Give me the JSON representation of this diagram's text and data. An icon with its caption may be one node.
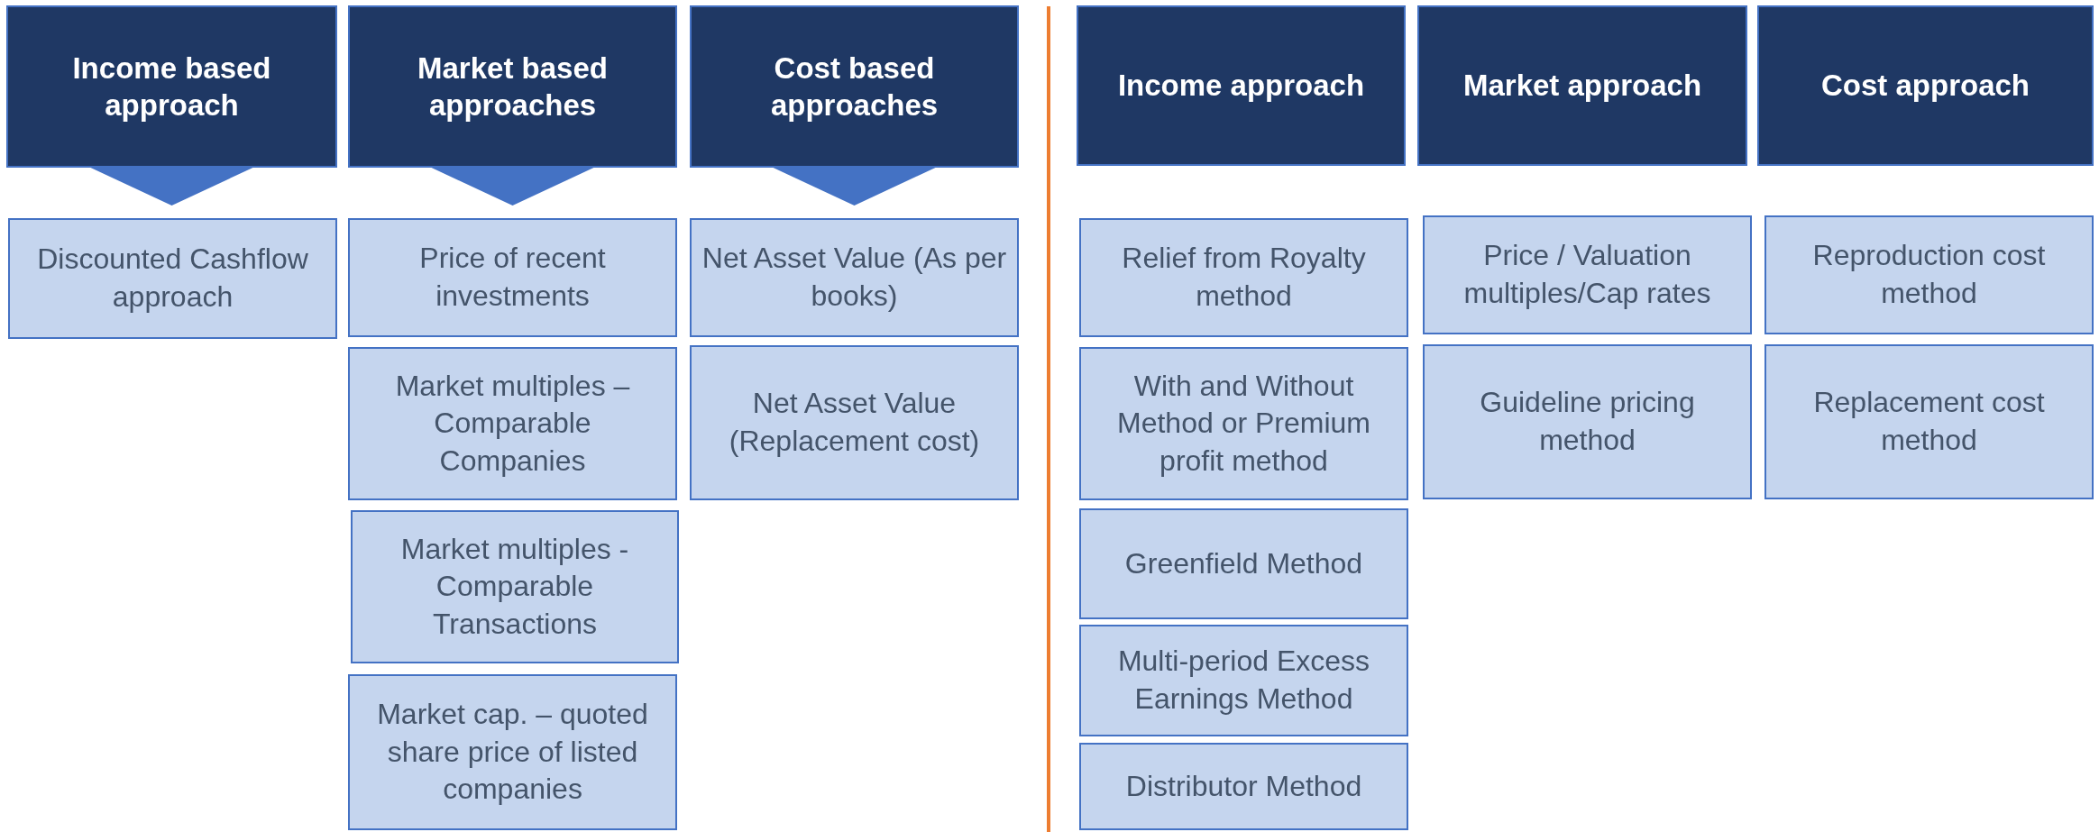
{
  "diagram": {
    "nodes": [
      {
        "text": [
          "Income based approach"
        ]
      },
      {
        "text": [
          "Discounted Cashflow approach"
        ]
      },
      {
        "text": [
          "Market based approaches"
        ]
      },
      {
        "text": [
          "Price of recent investments"
        ]
      },
      {
        "text": [
          "Market multiples – Comparable Companies"
        ]
      },
      {
        "text": [
          "Market multiples - Comparable Transactions"
        ]
      },
      {
        "text": [
          "Market cap. – quoted share price of listed companies"
        ]
      },
      {
        "text": [
          "Cost based approaches"
        ]
      },
      {
        "text": [
          "Net Asset Value (As per books)"
        ]
      },
      {
        "text": [
          "Net Asset Value (Replacement cost)"
        ]
      },
      {
        "text": [
          "Income approach"
        ]
      },
      {
        "text": [
          "Relief from Royalty method"
        ]
      },
      {
        "text": [
          "With and Without Method or Premium profit method"
        ]
      },
      {
        "text": [
          "Greenfield Method"
        ]
      },
      {
        "text": [
          "Multi-period Excess Earnings Method"
        ]
      },
      {
        "text": [
          "Distributor Method"
        ]
      },
      {
        "text": [
          "Market approach"
        ]
      },
      {
        "text": [
          "Price / Valuation multiples/Cap rates"
        ]
      },
      {
        "text": [
          "Guideline pricing method"
        ]
      },
      {
        "text": [
          "Cost approach"
        ]
      },
      {
        "text": [
          "Reproduction cost method"
        ]
      },
      {
        "text": [
          "Replacement cost method"
        ]
      }
    ],
    "edges": [
      {
        "from": 0,
        "to": 1,
        "arrow": "to"
      },
      {
        "from": 2,
        "to": 3,
        "arrow": "to"
      },
      {
        "from": 7,
        "to": 8,
        "arrow": "to"
      }
    ]
  }
}
